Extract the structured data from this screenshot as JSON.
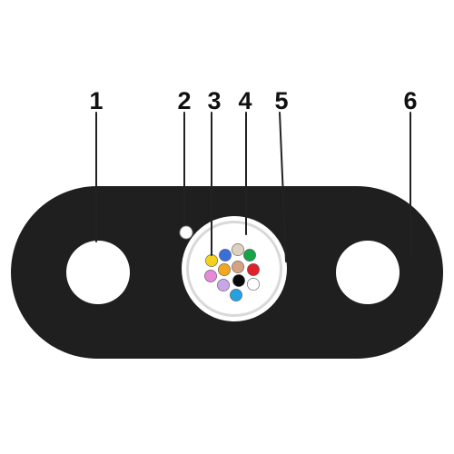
{
  "callouts": [
    {
      "key": "strength-member-left",
      "label": "1"
    },
    {
      "key": "ripcord",
      "label": "2"
    },
    {
      "key": "optical-fibers",
      "label": "3"
    },
    {
      "key": "gel-filling",
      "label": "4"
    },
    {
      "key": "loose-tube",
      "label": "5"
    },
    {
      "key": "outer-sheath",
      "label": "6"
    }
  ],
  "colors": {
    "sheath": "#1f1f1f",
    "strength_member": "#ffffff",
    "tube_wall": "#ffffff",
    "tube_inner": "#d9d9d9",
    "gel": "#ffffff",
    "leader_line": "#222222",
    "label_text": "#111111"
  },
  "fibers": [
    {
      "name": "fiber-blue",
      "color": "#3a6fd8"
    },
    {
      "name": "fiber-natural",
      "color": "#ddd2c2"
    },
    {
      "name": "fiber-green",
      "color": "#17a34a"
    },
    {
      "name": "fiber-yellow",
      "color": "#f2d21e"
    },
    {
      "name": "fiber-orange",
      "color": "#f2a81e"
    },
    {
      "name": "fiber-brown",
      "color": "#d4a383"
    },
    {
      "name": "fiber-red",
      "color": "#e2202c"
    },
    {
      "name": "fiber-pink",
      "color": "#e68ad9"
    },
    {
      "name": "fiber-black",
      "color": "#0a0a0a"
    },
    {
      "name": "fiber-white",
      "color": "#ffffff"
    },
    {
      "name": "fiber-violet",
      "color": "#c9a6e8"
    },
    {
      "name": "fiber-aqua",
      "color": "#25a0e0"
    }
  ]
}
